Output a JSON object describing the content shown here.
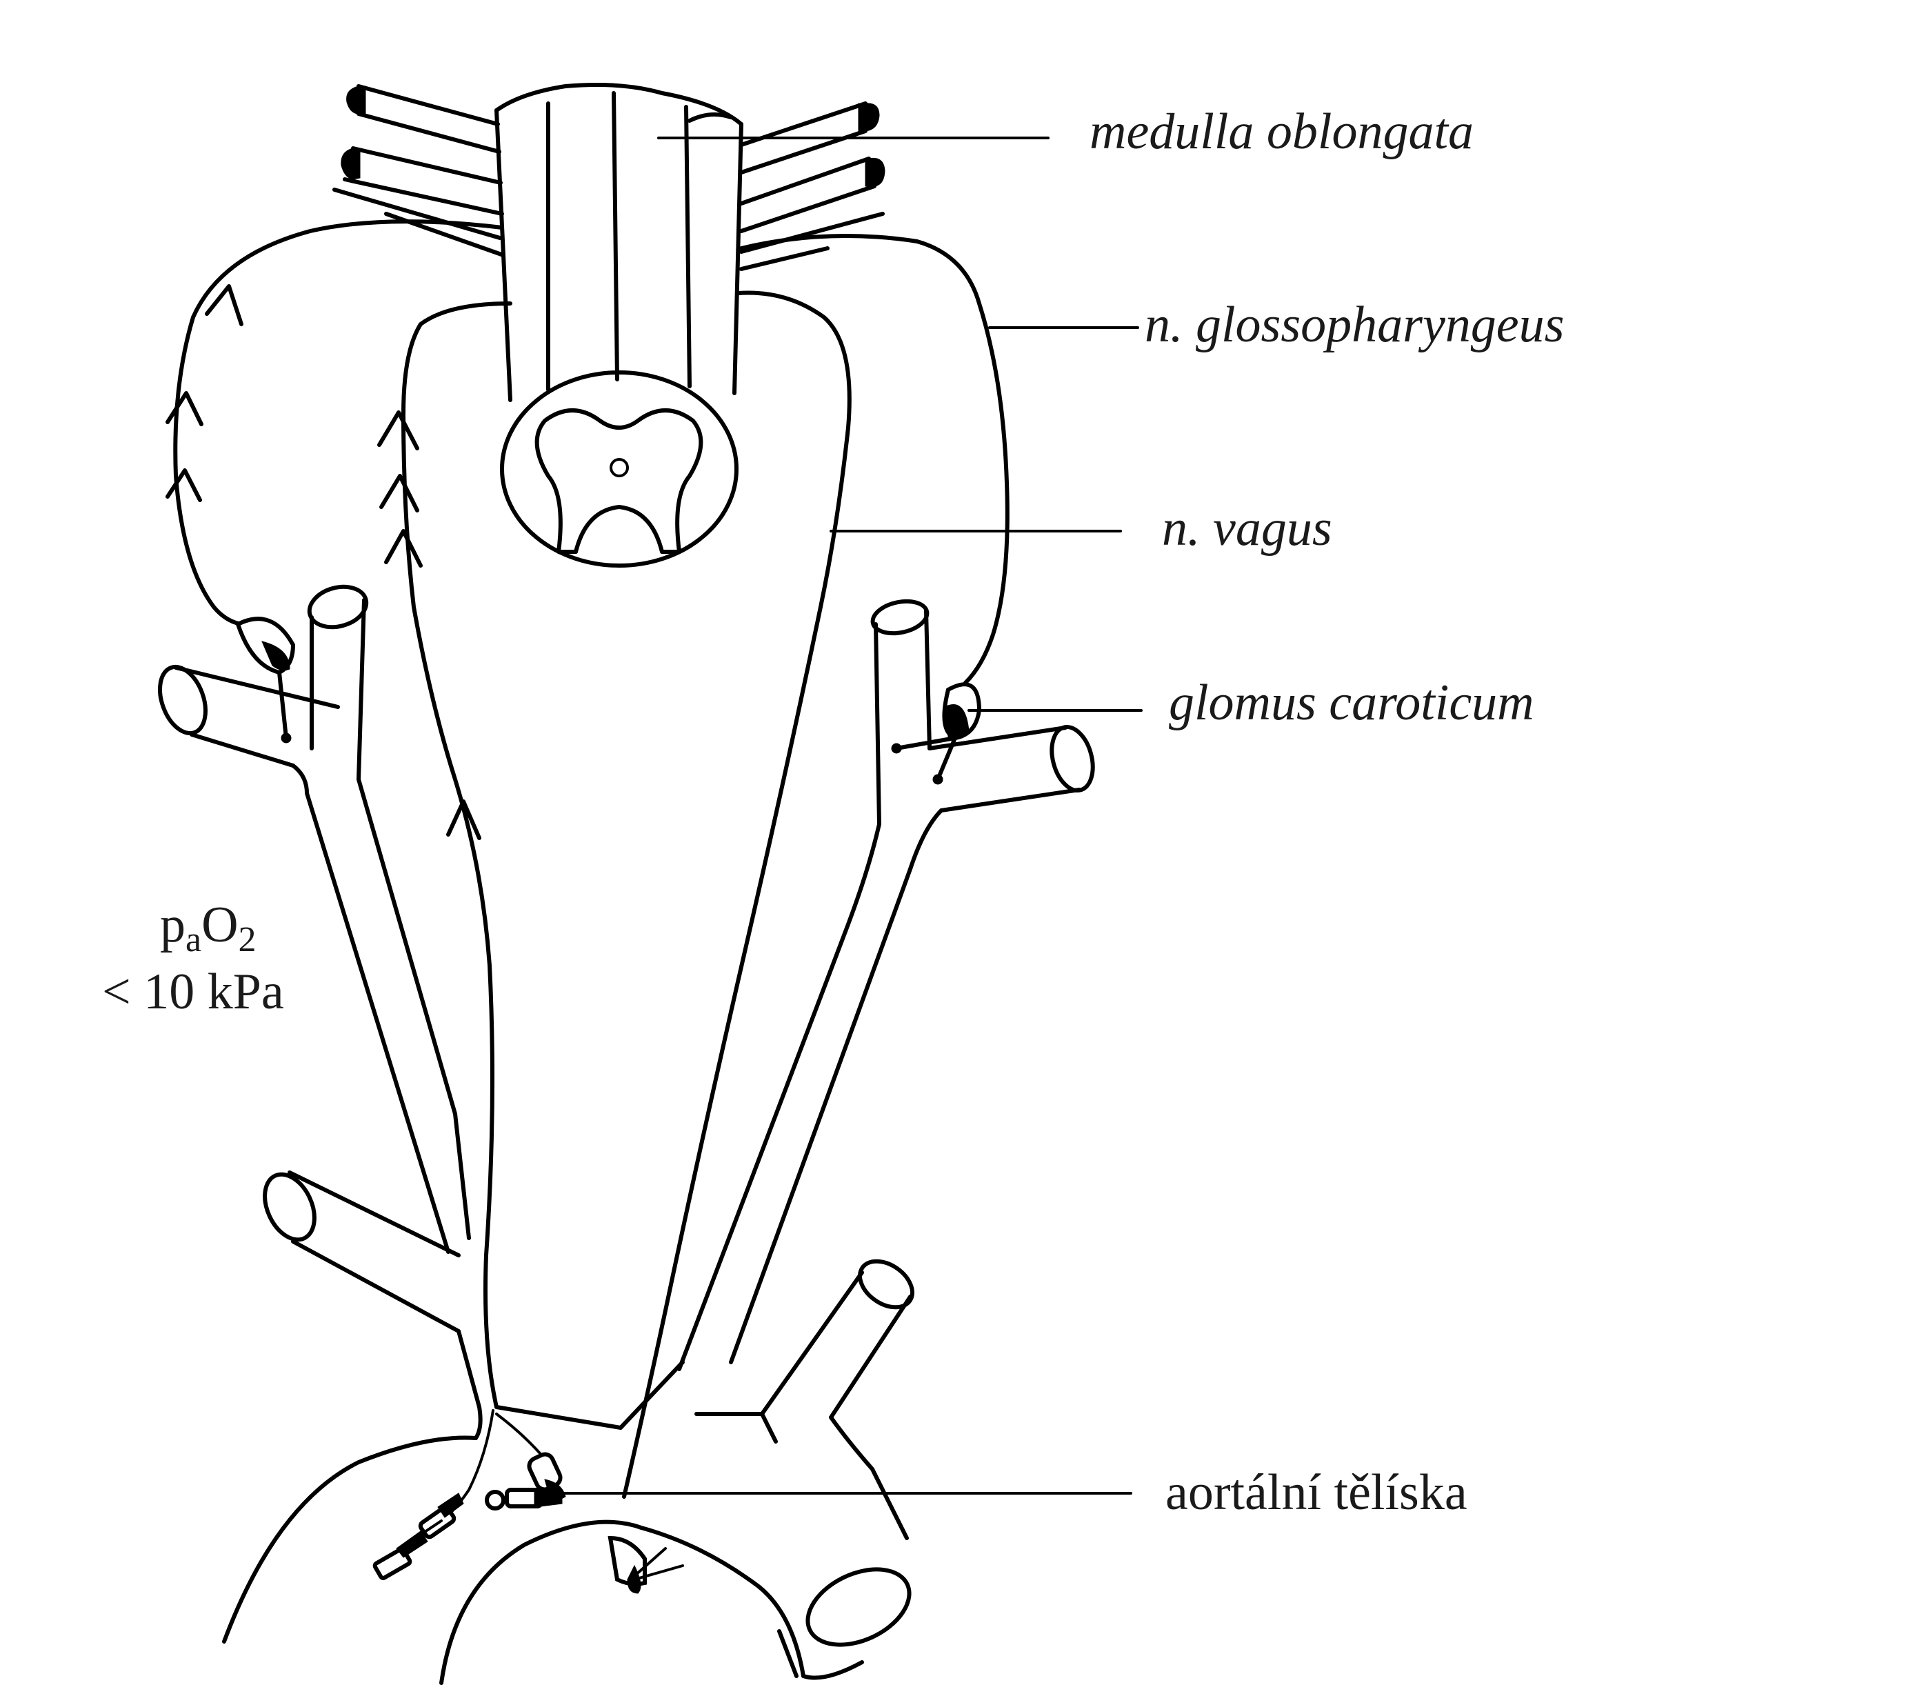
{
  "labels": {
    "medulla": "medulla oblongata",
    "glossopharyngeus": "n. glossopharyngeus",
    "vagus": "n. vagus",
    "glomus": "glomus caroticum",
    "aortic_bodies": "aortální tělíska"
  },
  "po2": {
    "p": "p",
    "sub_a": "a",
    "o": "O",
    "sub_2": "2",
    "threshold": "< 10 kPa"
  }
}
